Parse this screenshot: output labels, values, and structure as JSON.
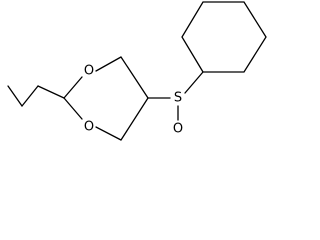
{
  "atoms": {
    "oxygen_upper": "O",
    "oxygen_lower": "O",
    "sulfur": "S",
    "oxygen_sulfoxide": "O"
  },
  "colors": {
    "bond": "#000000",
    "background": "#ffffff"
  }
}
